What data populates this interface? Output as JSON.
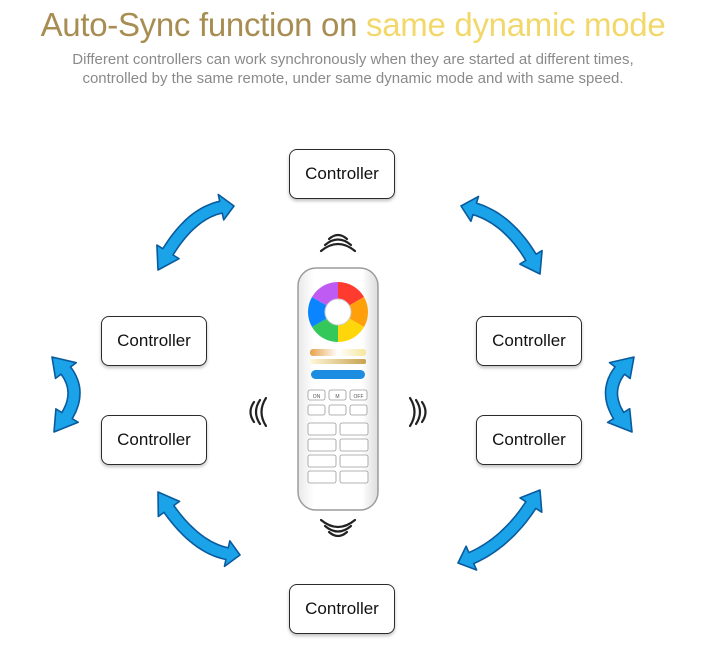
{
  "header": {
    "title_part1": "Auto-Sync function on",
    "title_part2": "same dynamic mode",
    "subtitle": "Different controllers can work synchronously when they are started at different times, controlled by the same remote, under same dynamic mode and with same speed."
  },
  "controllers": [
    {
      "id": "top",
      "label": "Controller"
    },
    {
      "id": "left-upper",
      "label": "Controller"
    },
    {
      "id": "left-lower",
      "label": "Controller"
    },
    {
      "id": "right-upper",
      "label": "Controller"
    },
    {
      "id": "right-lower",
      "label": "Controller"
    },
    {
      "id": "bottom",
      "label": "Controller"
    }
  ],
  "remote": {
    "buttons_top_row": [
      "ON",
      "M",
      "OFF"
    ]
  },
  "colors": {
    "title_primary": "#a88d52",
    "title_accent": "#f2d86a",
    "arrow_fill": "#1aa3e8",
    "arrow_stroke": "#0a5a9e"
  },
  "icons": {
    "arrows": "curved-double-arrow-icon",
    "signal": "wireless-signal-icon",
    "remote": "remote-control-icon"
  }
}
